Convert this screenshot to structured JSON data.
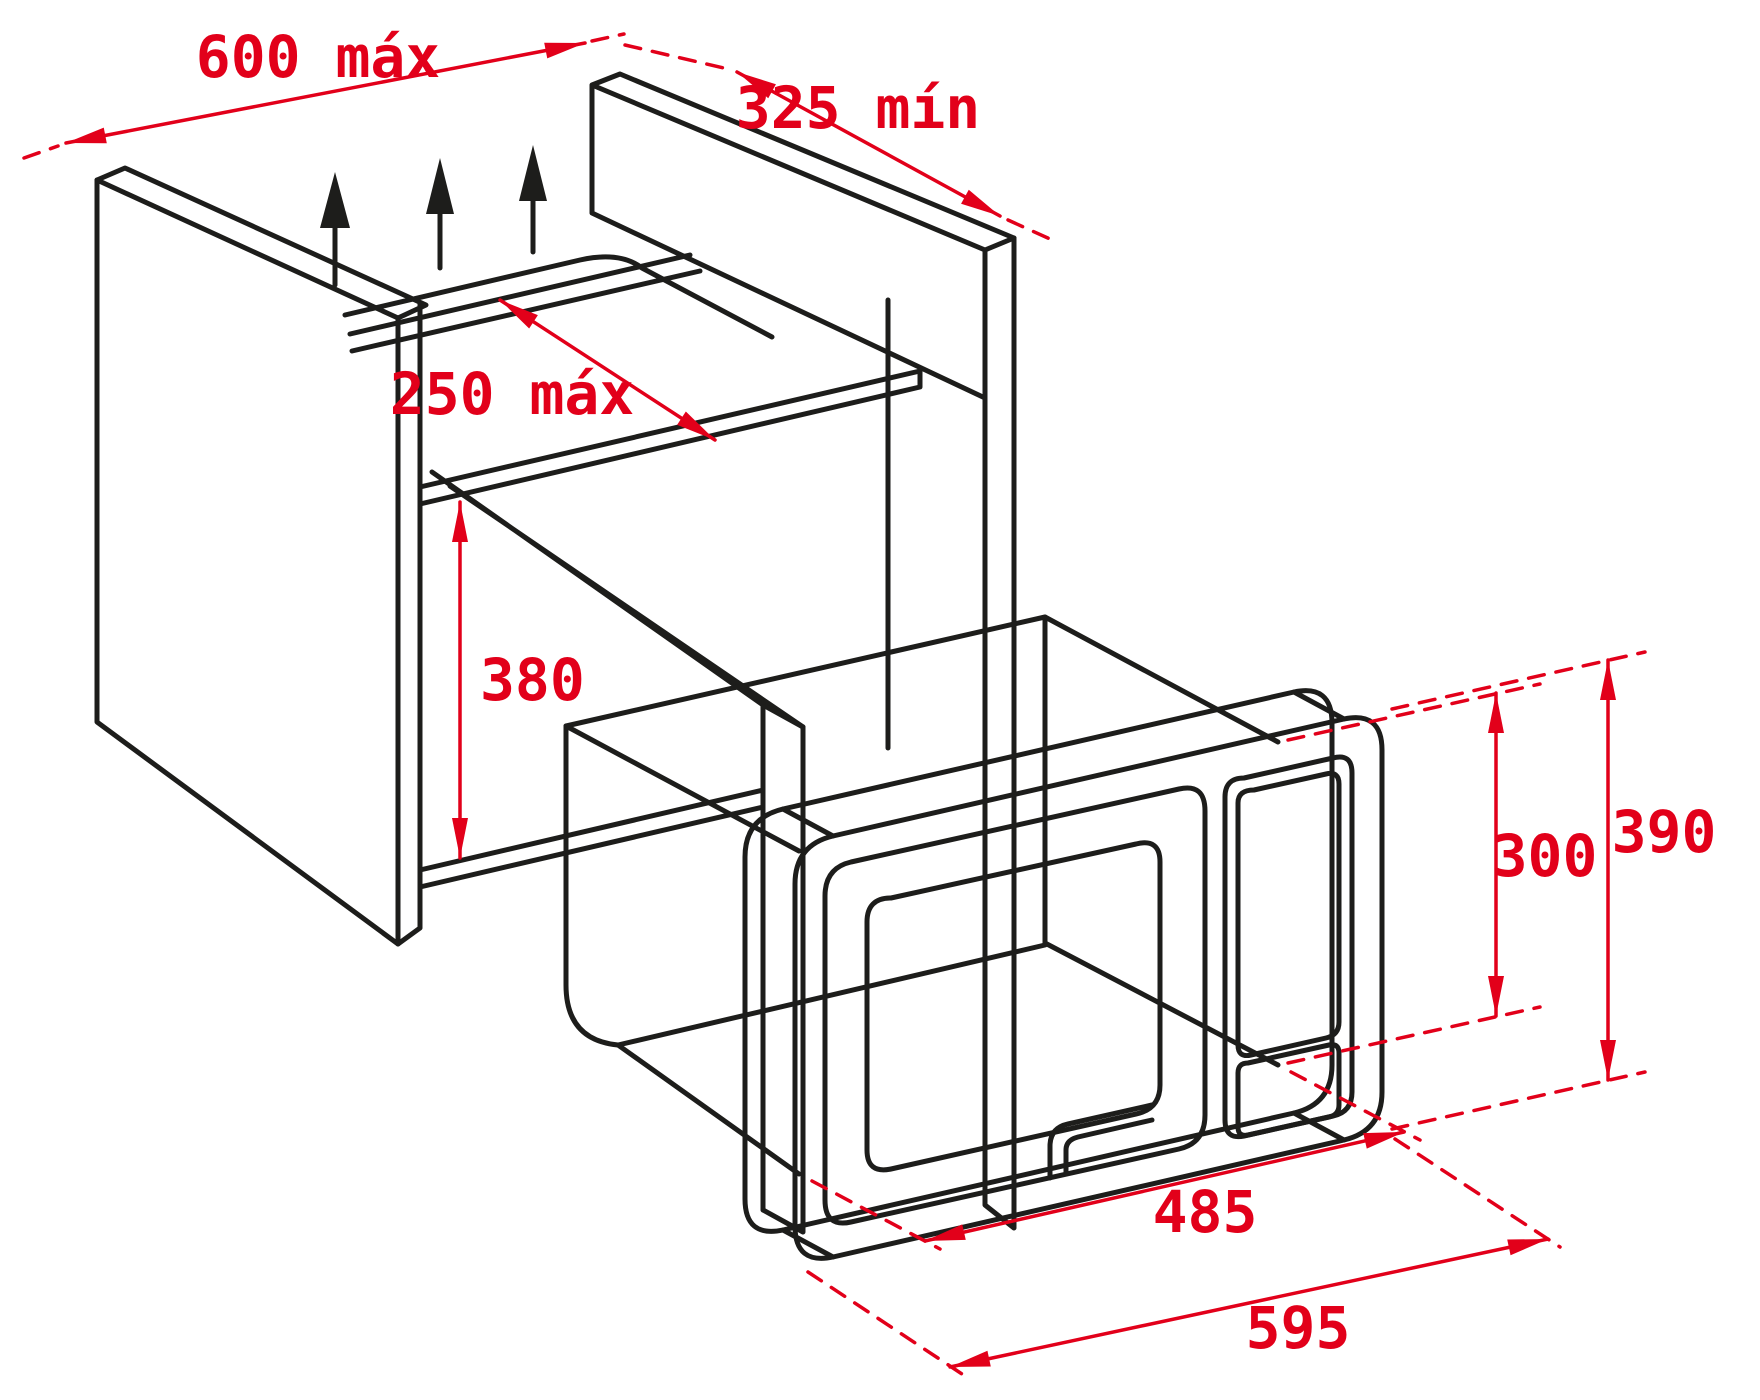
{
  "diagram": {
    "title": "Built-in microwave oven installation drawing",
    "colors": {
      "line": "#1d1d1b",
      "dimension": "#e2001a",
      "background": "#ffffff"
    },
    "dimensions": {
      "cabinet_width_label": "600 máx",
      "cabinet_depth_label": "325 mín",
      "top_shelf_depth_label": "250 máx",
      "niche_height_label": "380",
      "oven_height_label": "390",
      "body_height_label": "300",
      "body_width_label": "485",
      "oven_width_label": "595"
    },
    "ventilation": {
      "arrow_count": 3
    }
  }
}
